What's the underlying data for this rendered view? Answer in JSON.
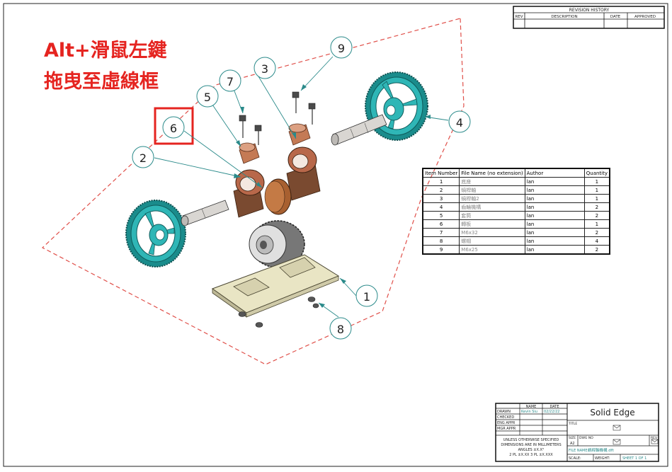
{
  "instruction": {
    "line1": "Alt+滑鼠左鍵",
    "line2": "拖曳至虛線框"
  },
  "revision_history": {
    "title": "REVISION HISTORY",
    "headers": [
      "REV",
      "DESCRIPTION",
      "DATE",
      "APPROVED"
    ]
  },
  "balloons": [
    "1",
    "2",
    "3",
    "4",
    "5",
    "6",
    "7",
    "8",
    "9"
  ],
  "bom": {
    "headers": [
      "Item Number",
      "File Name (no extension)",
      "Author",
      "Quantity"
    ],
    "rows": [
      [
        "1",
        "底座",
        "lan",
        "1"
      ],
      [
        "2",
        "蝸桿軸",
        "lan",
        "1"
      ],
      [
        "3",
        "蝸桿軸2",
        "lan",
        "1"
      ],
      [
        "4",
        "齒輪機構",
        "lan",
        "2"
      ],
      [
        "5",
        "套筒",
        "lan",
        "2"
      ],
      [
        "6",
        "轉板",
        "lan",
        "1"
      ],
      [
        "7",
        "M6x32",
        "lan",
        "2"
      ],
      [
        "8",
        "螺帽",
        "lan",
        "4"
      ],
      [
        "9",
        "M6x25",
        "lan",
        "2"
      ]
    ]
  },
  "title_block": {
    "name_header": "NAME",
    "date_header": "DATE",
    "rows": [
      "DRAWN",
      "CHECKED",
      "ENG APPR",
      "MGR APPR"
    ],
    "drawn_name": "Kevin Siu",
    "drawn_date": "02/22/22",
    "note_lines": [
      "UNLESS OTHERWISE SPECIFIED",
      "DIMENSIONS ARE IN MILLIMETERS",
      "ANGLES ±X.X°",
      "2 PL ±X.XX 3 PL ±X.XXX"
    ],
    "company": "Solid Edge",
    "title_label": "TITLE",
    "size_label": "SIZE",
    "size_value": "A2",
    "dwg_label": "DWG NO",
    "rev_label": "REV",
    "file_name_label": "FILE NAME:",
    "file_name_value": "蝸桿軸機構.dft",
    "scale_label": "SCALE:",
    "weight_label": "WEIGHT:",
    "sheet_label": "SHEET 1 OF 1"
  },
  "colors": {
    "accent_red": "#e52420",
    "leader_teal": "#2a8a8a",
    "gear_teal": "#2fb6b6",
    "bronze": "#b8684a",
    "base_cream": "#e9e5c4"
  }
}
